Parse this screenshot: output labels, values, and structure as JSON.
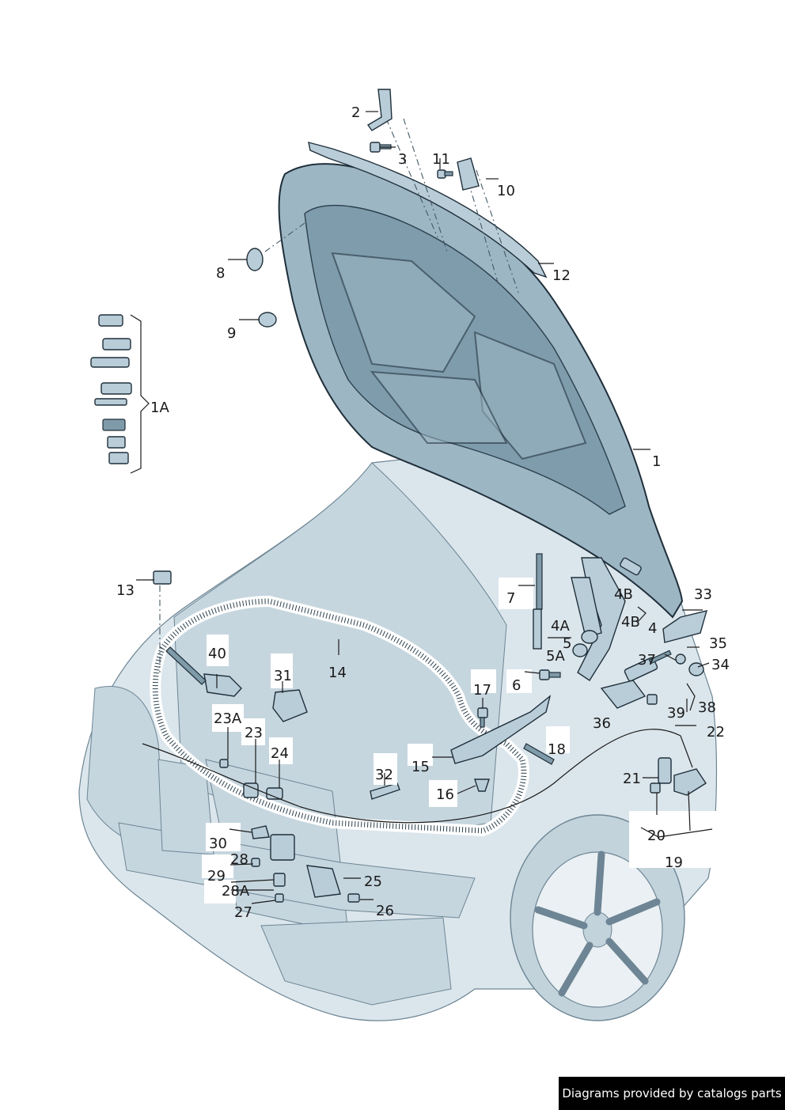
{
  "footer": {
    "text": "Diagrams provided by catalogs parts"
  },
  "callouts": {
    "c1": "1",
    "c1A": "1A",
    "c2": "2",
    "c3": "3",
    "c4": "4",
    "c4A": "4A",
    "c4B_a": "4B",
    "c4B_b": "4B",
    "c5": "5",
    "c5A": "5A",
    "c6": "6",
    "c7": "7",
    "c8": "8",
    "c9": "9",
    "c10": "10",
    "c11": "11",
    "c12": "12",
    "c13": "13",
    "c14": "14",
    "c15": "15",
    "c16": "16",
    "c17": "17",
    "c18": "18",
    "c19": "19",
    "c20": "20",
    "c21": "21",
    "c22": "22",
    "c23": "23",
    "c23A": "23A",
    "c24": "24",
    "c25": "25",
    "c26": "26",
    "c27": "27",
    "c28": "28",
    "c28A": "28A",
    "c29": "29",
    "c30": "30",
    "c31": "31",
    "c32": "32",
    "c33": "33",
    "c34": "34",
    "c35": "35",
    "c36": "36",
    "c37": "37",
    "c38": "38",
    "c39": "39",
    "c40": "40"
  }
}
